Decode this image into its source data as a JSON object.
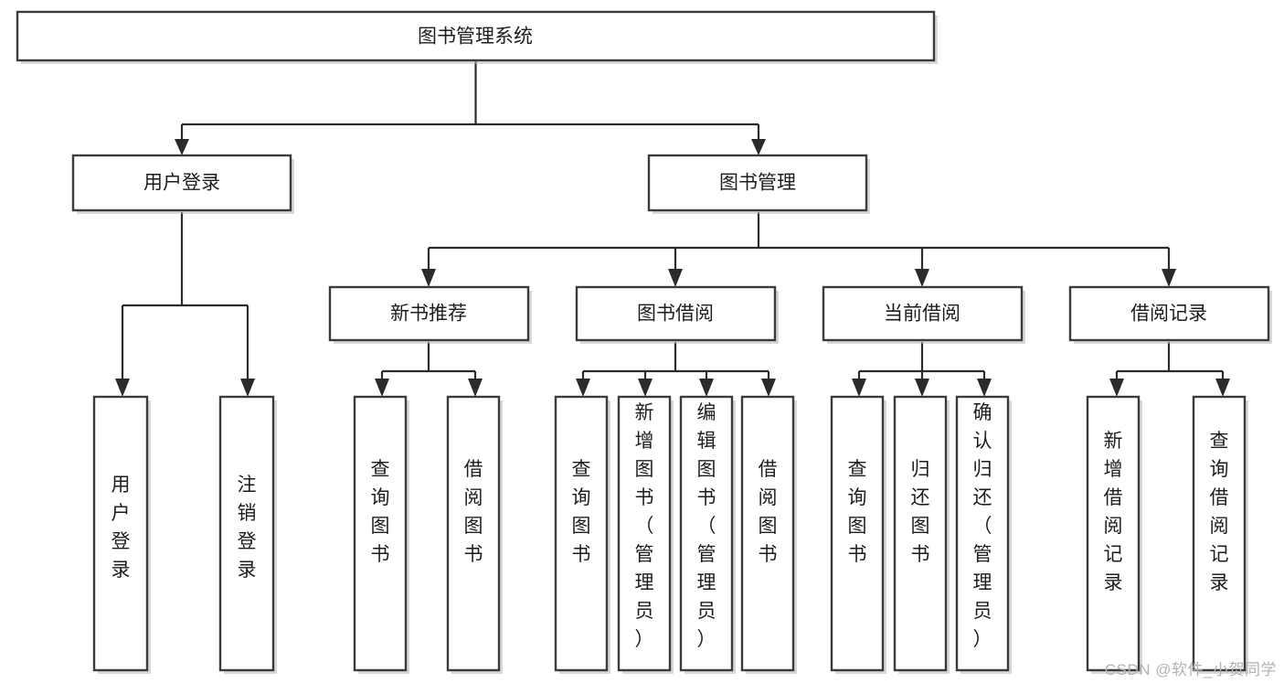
{
  "diagram": {
    "type": "tree-hierarchy",
    "title": "图书管理系统",
    "watermark": "CSDN @软件_小贺同学",
    "levels": {
      "root": {
        "id": "root",
        "label": "图书管理系统",
        "orientation": "horizontal"
      },
      "level2": [
        {
          "id": "user-login",
          "label": "用户登录",
          "orientation": "horizontal"
        },
        {
          "id": "book-manage",
          "label": "图书管理",
          "orientation": "horizontal"
        }
      ],
      "level3": [
        {
          "id": "new-book-rec",
          "label": "新书推荐",
          "orientation": "horizontal",
          "parent": "book-manage"
        },
        {
          "id": "book-borrow",
          "label": "图书借阅",
          "orientation": "horizontal",
          "parent": "book-manage"
        },
        {
          "id": "current-borrow",
          "label": "当前借阅",
          "orientation": "horizontal",
          "parent": "book-manage"
        },
        {
          "id": "borrow-record",
          "label": "借阅记录",
          "orientation": "horizontal",
          "parent": "book-manage"
        }
      ],
      "leaves": [
        {
          "id": "leaf-user-login",
          "label": "用户登录",
          "orientation": "vertical",
          "parent": "user-login"
        },
        {
          "id": "leaf-logout",
          "label": "注销登录",
          "orientation": "vertical",
          "parent": "user-login"
        },
        {
          "id": "leaf-query-book-1",
          "label": "查询图书",
          "orientation": "vertical",
          "parent": "new-book-rec"
        },
        {
          "id": "leaf-borrow-book-1",
          "label": "借阅图书",
          "orientation": "vertical",
          "parent": "new-book-rec"
        },
        {
          "id": "leaf-query-book-2",
          "label": "查询图书",
          "orientation": "vertical",
          "parent": "book-borrow"
        },
        {
          "id": "leaf-add-book",
          "label": "新增图书（管理员）",
          "orientation": "vertical",
          "parent": "book-borrow"
        },
        {
          "id": "leaf-edit-book",
          "label": "编辑图书（管理员）",
          "orientation": "vertical",
          "parent": "book-borrow"
        },
        {
          "id": "leaf-borrow-book-2",
          "label": "借阅图书",
          "orientation": "vertical",
          "parent": "book-borrow"
        },
        {
          "id": "leaf-query-book-3",
          "label": "查询图书",
          "orientation": "vertical",
          "parent": "current-borrow"
        },
        {
          "id": "leaf-return-book",
          "label": "归还图书",
          "orientation": "vertical",
          "parent": "current-borrow"
        },
        {
          "id": "leaf-confirm-return",
          "label": "确认归还（管理员）",
          "orientation": "vertical",
          "parent": "current-borrow"
        },
        {
          "id": "leaf-add-record",
          "label": "新增借阅记录",
          "orientation": "vertical",
          "parent": "borrow-record"
        },
        {
          "id": "leaf-query-record",
          "label": "查询借阅记录",
          "orientation": "vertical",
          "parent": "borrow-record"
        }
      ]
    },
    "colors": {
      "box_stroke": "#3b3b3b",
      "box_fill": "#ffffff",
      "connector": "#2b2b2b",
      "text": "#1d1d1d",
      "watermark": "#b3b3b3",
      "background": "#ffffff"
    }
  }
}
